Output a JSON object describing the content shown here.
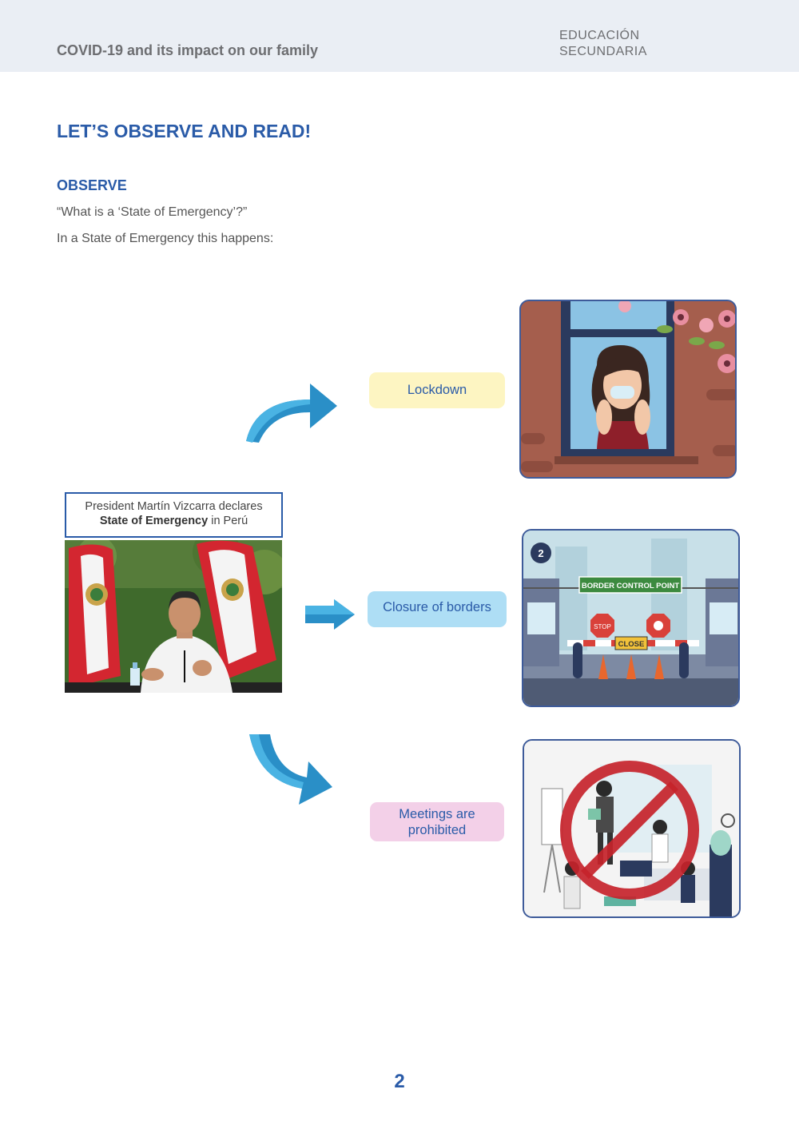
{
  "header": {
    "title": "COVID-19 and its impact on our family",
    "level_line1": "EDUCACIÓN",
    "level_line2": "SECUNDARIA"
  },
  "section": {
    "heading": "LET’S OBSERVE AND READ!",
    "subheading": "OBSERVE",
    "question": "“What is a ‘State of Emergency’?”",
    "intro": "In a State of Emergency this happens:"
  },
  "caption": {
    "line1": "President Martín Vizcarra declares",
    "bold": "State of Emergency",
    "rest": " in Perú"
  },
  "effects": {
    "lockdown": "Lockdown",
    "borders": "Closure of borders",
    "meetings_line1": "Meetings are",
    "meetings_line2": "prohibited"
  },
  "border_illustration": {
    "badge": "2",
    "sign": "BORDER CONTROL POINT",
    "stop": "STOP",
    "close": "CLOSE"
  },
  "page_number": "2",
  "colors": {
    "accent": "#2a5ba8",
    "header_bg": "#eaeef4",
    "arrow": "#2a8fc7",
    "lockdown_pill": "#fdf5c2",
    "borders_pill": "#aedef5",
    "meetings_pill": "#f3d0e8"
  }
}
